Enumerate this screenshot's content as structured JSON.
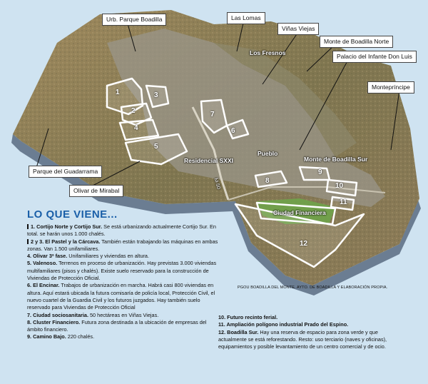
{
  "colors": {
    "background": "#cfe3f1",
    "heading": "#1a5fa8",
    "terrain": "#8a7a55",
    "urban": "#9a958a",
    "side_shadow": "#6b7d92",
    "zone_outline": "#ffffff",
    "green": "#6fa34a"
  },
  "callouts": [
    {
      "id": "urb-parque-boadilla",
      "text": "Urb. Parque Boadilla"
    },
    {
      "id": "las-lomas",
      "text": "Las Lomas"
    },
    {
      "id": "vinas-viejas",
      "text": "Viñas Viejas"
    },
    {
      "id": "monte-boadilla-norte",
      "text": "Monte de Boadilla Norte"
    },
    {
      "id": "palacio-infante",
      "text": "Palacio del Infante Don Luis"
    },
    {
      "id": "montepríncipe",
      "text": "Montepríncipe"
    },
    {
      "id": "parque-guadarrama",
      "text": "Parque del Guadarrama"
    },
    {
      "id": "olivar-mirabal",
      "text": "Olivar de Mirabal"
    }
  ],
  "map_labels": {
    "los_fresnos": "Los Fresnos",
    "residencial": "Residencial SXXI",
    "pueblo": "Pueblo",
    "monte_sur": "Monte de Boadilla Sur",
    "ciudad_financiera": "Ciudad Financiera",
    "m50": "M-50"
  },
  "zones": [
    "1",
    "2",
    "3",
    "4",
    "5",
    "6",
    "7",
    "8",
    "9",
    "10",
    "11",
    "12"
  ],
  "heading": "LO QUE VIENE...",
  "items_left": [
    {
      "bullet": true,
      "title": "1. Cortijo Norte y Cortijo Sur.",
      "text": " Se está urbanizando actualmente Cortijo Sur. En total. se harán unos 1.000 chalés."
    },
    {
      "bullet": true,
      "title": "2 y 3. El Pastel y la Cárcava.",
      "text": " También están trabajando las máquinas en ambas zonas. Van 1.500 unifamiliares."
    },
    {
      "bullet": false,
      "title": "4. Olivar 3ª fase.",
      "text": " Unifamiliares y viviendas en altura."
    },
    {
      "bullet": false,
      "title": "5. Valenoso.",
      "text": " Terrenos en proceso de urbanización. Hay previstas 3.000 viviendas multifamiliares (pisos y chalés). Existe suelo reservado para la construcción de Viviendas de Protección Oficial."
    },
    {
      "bullet": false,
      "title": "6. El Encinar.",
      "text": " Trabajos de urbanización en marcha. Habrá casi 800 viviendas en altura. Aquí estará ubicada la futura comisaría de policía local, Protección Civil, el nuevo cuartel de la Guardia Civil y los futuros juzgados. Hay también suelo reservado para Viviendas de Protección Oficial"
    },
    {
      "bullet": false,
      "title": "7. Ciudad sociosanitaria.",
      "text": " 50 hectáreas en Viñas Viejas."
    },
    {
      "bullet": false,
      "title": "8. Cluster Financiero.",
      "text": " Futura zona destinada a la ubicación de empresas del ámbito financiero."
    },
    {
      "bullet": false,
      "title": "9. Camino Bajo.",
      "text": " 220 chalés."
    }
  ],
  "items_right": [
    {
      "title": "10. Futuro recinto ferial.",
      "text": ""
    },
    {
      "title": "11. Ampliación polígono industrial Prado del Espino.",
      "text": ""
    },
    {
      "title": "12. Boadilla Sur.",
      "text": " Hay una reserva de espacio para zona verde y que actualmente se está reforestando. Resto: uso terciario (naves y oficinas), equipamientos y posible levantamiento de un centro comercial y de ocio."
    }
  ],
  "credit": "PGOU BOADILLA DEL MONTE. AYTO. DE BOADILLA Y ELABORACIÓN PROPIA."
}
